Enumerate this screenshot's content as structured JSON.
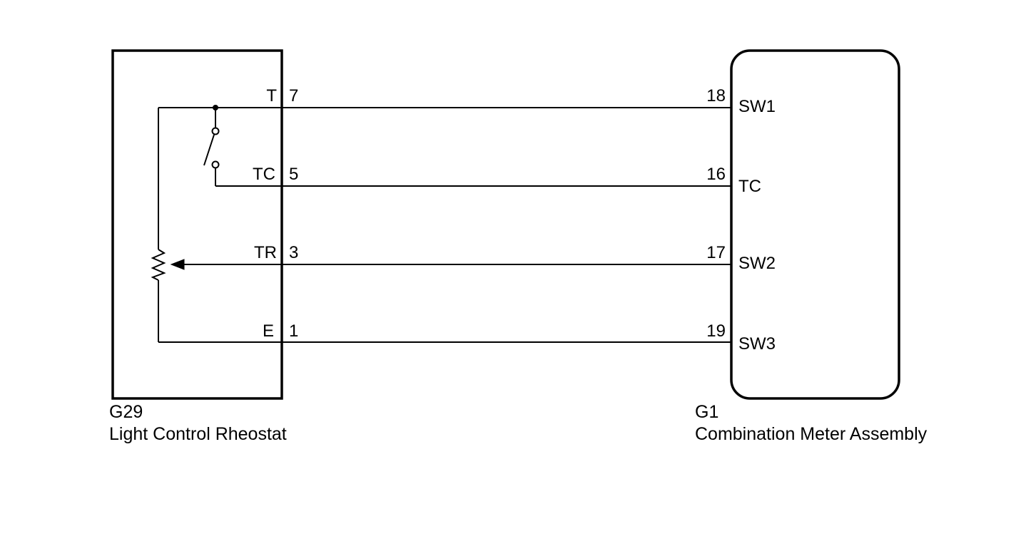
{
  "left_component": {
    "code": "G29",
    "name": "Light Control Rheostat",
    "pins": [
      {
        "name": "T",
        "number": "7"
      },
      {
        "name": "TC",
        "number": "5"
      },
      {
        "name": "TR",
        "number": "3"
      },
      {
        "name": "E",
        "number": "1"
      }
    ]
  },
  "right_component": {
    "code": "G1",
    "name": "Combination Meter Assembly",
    "pins": [
      {
        "name": "SW1",
        "number": "18"
      },
      {
        "name": "TC",
        "number": "16"
      },
      {
        "name": "SW2",
        "number": "17"
      },
      {
        "name": "SW3",
        "number": "19"
      }
    ]
  }
}
